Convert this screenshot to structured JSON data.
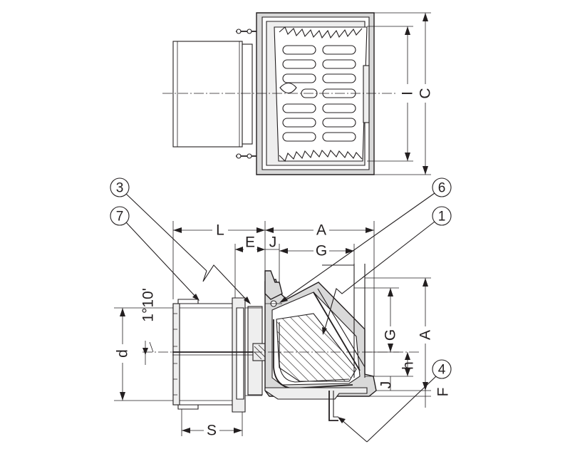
{
  "dimensions": {
    "L": "L",
    "E": "E",
    "J": "J",
    "A": "A",
    "G": "G",
    "I": "I",
    "C": "C",
    "d": "d",
    "S": "S",
    "h": "h",
    "F": "F",
    "angle": "1°10'"
  },
  "callouts": {
    "c1": "1",
    "c3": "3",
    "c4": "4",
    "c6": "6",
    "c7": "7"
  }
}
